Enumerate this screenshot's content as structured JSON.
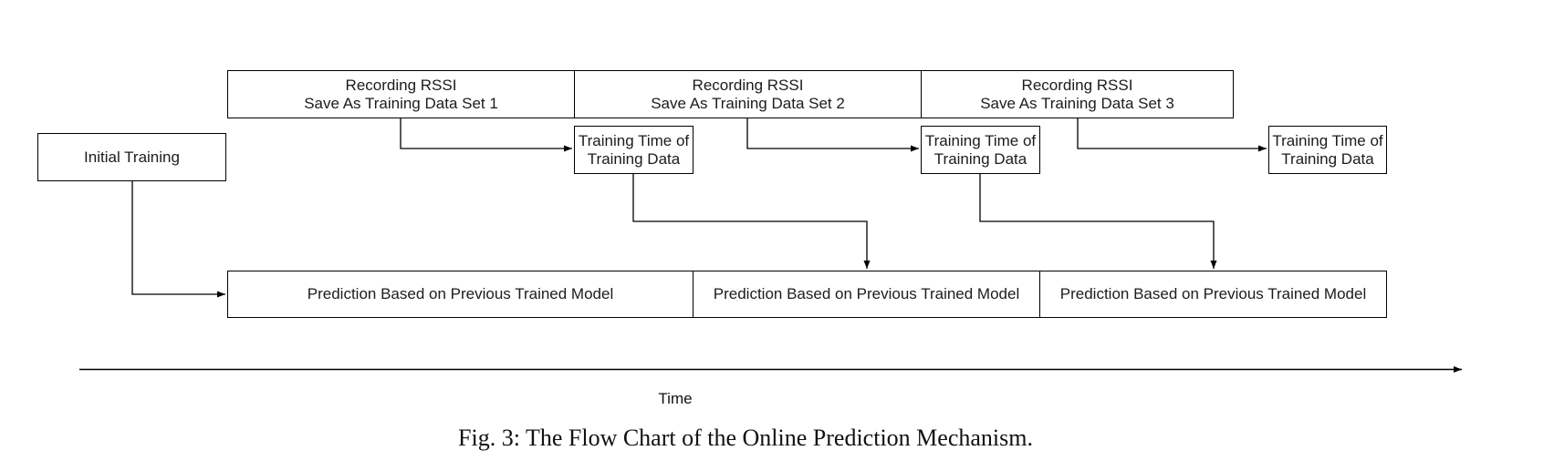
{
  "figure": {
    "colors": {
      "line": "#000000",
      "text": "#1c1c1c",
      "background": "#ffffff"
    },
    "recording_boxes": [
      {
        "line1": "Recording RSSI",
        "line2": "Save As Training Data Set 1"
      },
      {
        "line1": "Recording RSSI",
        "line2": "Save As Training Data Set 2"
      },
      {
        "line1": "Recording RSSI",
        "line2": "Save As Training Data Set 3"
      }
    ],
    "initial_training": {
      "label": "Initial Training"
    },
    "training_time_boxes": [
      {
        "line1": "Training Time of",
        "line2": "Training Data"
      },
      {
        "line1": "Training Time of",
        "line2": "Training Data"
      },
      {
        "line1": "Training Time of",
        "line2": "Training Data"
      }
    ],
    "prediction_boxes": [
      {
        "label": "Prediction Based on Previous Trained Model"
      },
      {
        "label": "Prediction Based on Previous Trained Model"
      },
      {
        "label": "Prediction Based on Previous Trained Model"
      }
    ],
    "time_axis": {
      "label": "Time"
    },
    "caption": "Fig. 3: The Flow Chart of the Online Prediction Mechanism."
  }
}
